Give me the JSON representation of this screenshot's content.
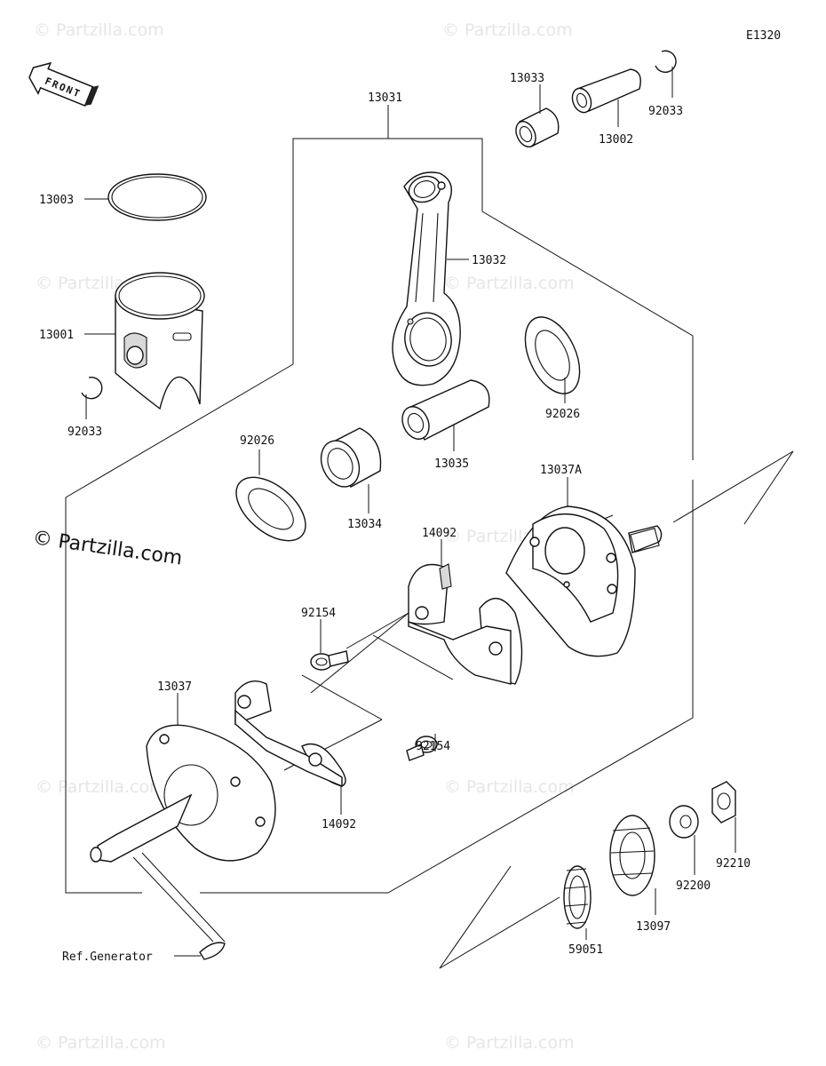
{
  "diagram": {
    "code": "E1320",
    "front_label": "FRONT",
    "watermark": "© Partzilla.com",
    "watermark_main": "© Partzilla.com",
    "ref_generator": "Ref.Generator",
    "labels": {
      "p13031": "13031",
      "p13033": "13033",
      "p92033_top": "92033",
      "p13002": "13002",
      "p13003": "13003",
      "p13032": "13032",
      "p13001": "13001",
      "p92033_left": "92033",
      "p92026_right": "92026",
      "p13035": "13035",
      "p13037A": "13037A",
      "p92026_left": "92026",
      "p13034": "13034",
      "p14092_top": "14092",
      "p92154_top": "92154",
      "p13037": "13037",
      "p92154_bottom": "92154",
      "p14092_bottom": "14092",
      "p92210": "92210",
      "p92200": "92200",
      "p13097": "13097",
      "p59051": "59051"
    }
  }
}
